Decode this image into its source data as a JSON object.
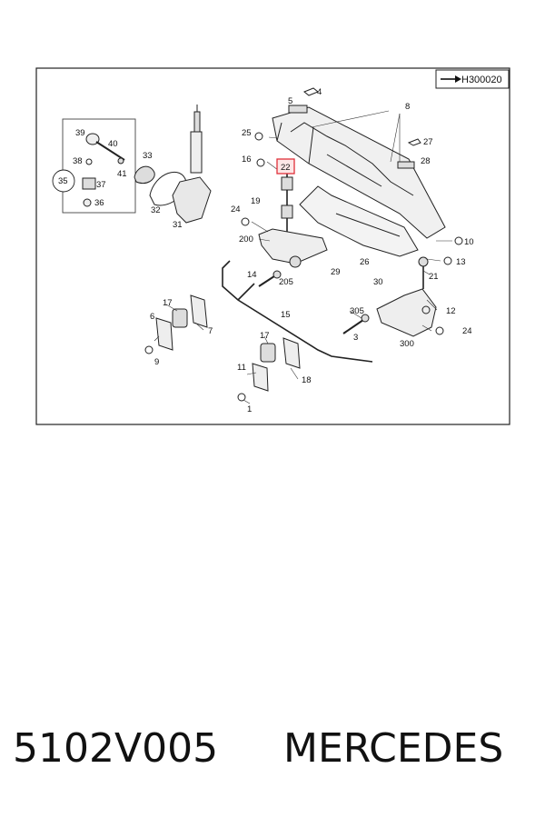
{
  "diagram": {
    "reference_code": "H300020",
    "highlight_color": "#e0303a",
    "labels": {
      "l4": "4",
      "l5": "5",
      "l8": "8",
      "l25": "25",
      "l27": "27",
      "l28": "28",
      "l16": "16",
      "l22": "22",
      "l39": "39",
      "l40": "40",
      "l33": "33",
      "l38": "38",
      "l41": "41",
      "l35": "35",
      "l37": "37",
      "l36": "36",
      "l32": "32",
      "l31": "31",
      "l19": "19",
      "l24a": "24",
      "l200": "200",
      "l10": "10",
      "l26": "26",
      "l13": "13",
      "l29": "29",
      "l21": "21",
      "l14": "14",
      "l205": "205",
      "l30": "30",
      "l12": "12",
      "l17a": "17",
      "l15": "15",
      "l6": "6",
      "l7": "7",
      "l305": "305",
      "l24b": "24",
      "l3": "3",
      "l9": "9",
      "l300": "300",
      "l17b": "17",
      "l11": "11",
      "l18": "18",
      "l1": "1"
    }
  },
  "footer": {
    "part_number": "5102V005",
    "brand": "MERCEDES"
  }
}
